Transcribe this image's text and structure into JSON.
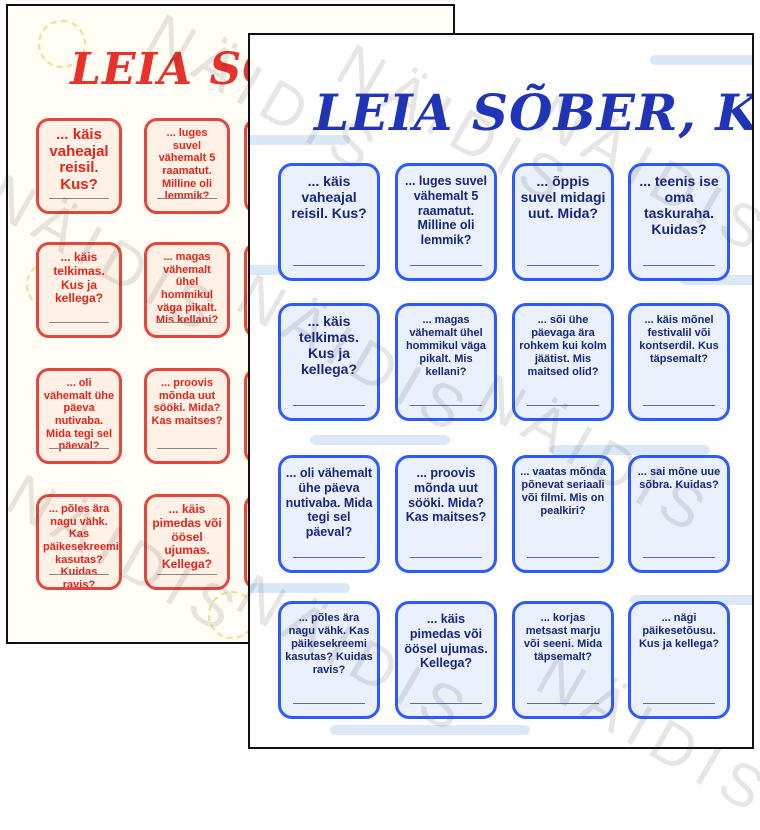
{
  "back_sheet": {
    "title": "LEIA SÕBE",
    "cards": [
      {
        "text": "... käis vaheajal reisil. Kus?",
        "size": "big"
      },
      {
        "text": "... luges suvel vähemalt 5 raamatut. Milline oli lemmik?",
        "size": "small"
      },
      {
        "text": "... käis telkimas. Kus ja kellega?",
        "size": "mid"
      },
      {
        "text": "... magas vähemalt ühel hommikul väga pikalt. Mis kellani?",
        "size": "small"
      },
      {
        "text": "... oli vähemalt ühe päeva nutivaba. Mida tegi sel päeval?",
        "size": "small"
      },
      {
        "text": "... proovis mõnda uut sööki. Mida? Kas maitses?",
        "size": "small"
      },
      {
        "text": "... põles ära nagu vähk. Kas päikesekreemi kasutas? Kuidas ravis?",
        "size": "small"
      },
      {
        "text": "... käis pimedas või öösel ujumas. Kellega?",
        "size": "mid"
      }
    ]
  },
  "front_sheet": {
    "title": "LEIA SÕBER, KES...",
    "cards": [
      {
        "text": "... käis vaheajal reisil. Kus?",
        "size": "big"
      },
      {
        "text": "... luges suvel vähemalt 5 raamatut. Milline oli lemmik?",
        "size": "mid"
      },
      {
        "text": "... õppis suvel midagi uut. Mida?",
        "size": "big"
      },
      {
        "text": "... teenis ise oma taskuraha. Kuidas?",
        "size": "big"
      },
      {
        "text": "... käis telkimas. Kus ja kellega?",
        "size": "big"
      },
      {
        "text": "... magas vähemalt ühel hommikul väga pikalt. Mis kellani?",
        "size": "small"
      },
      {
        "text": "... sõi ühe päevaga ära rohkem kui kolm jäätist. Mis maitsed olid?",
        "size": "small"
      },
      {
        "text": "... käis mõnel festivalil või kontserdil. Kus täpsemalt?",
        "size": "small"
      },
      {
        "text": "... oli vähemalt ühe päeva nutivaba. Mida tegi sel päeval?",
        "size": "mid"
      },
      {
        "text": "... proovis mõnda uut sööki. Mida? Kas maitses?",
        "size": "mid"
      },
      {
        "text": "... vaatas mõnda põnevat seriaali või filmi. Mis on pealkiri?",
        "size": "small"
      },
      {
        "text": "... sai mõne uue sõbra. Kuidas?",
        "size": "small"
      },
      {
        "text": "... põles ära nagu vähk. Kas päikesekreemi kasutas? Kuidas ravis?",
        "size": "small"
      },
      {
        "text": "... käis pimedas või öösel ujumas. Kellega?",
        "size": "mid"
      },
      {
        "text": "... korjas metsast marju või seeni. Mida täpsemalt?",
        "size": "small"
      },
      {
        "text": "... nägi päikesetõusu. Kus ja kellega?",
        "size": "small"
      }
    ]
  },
  "watermark": "NÄIDIS"
}
